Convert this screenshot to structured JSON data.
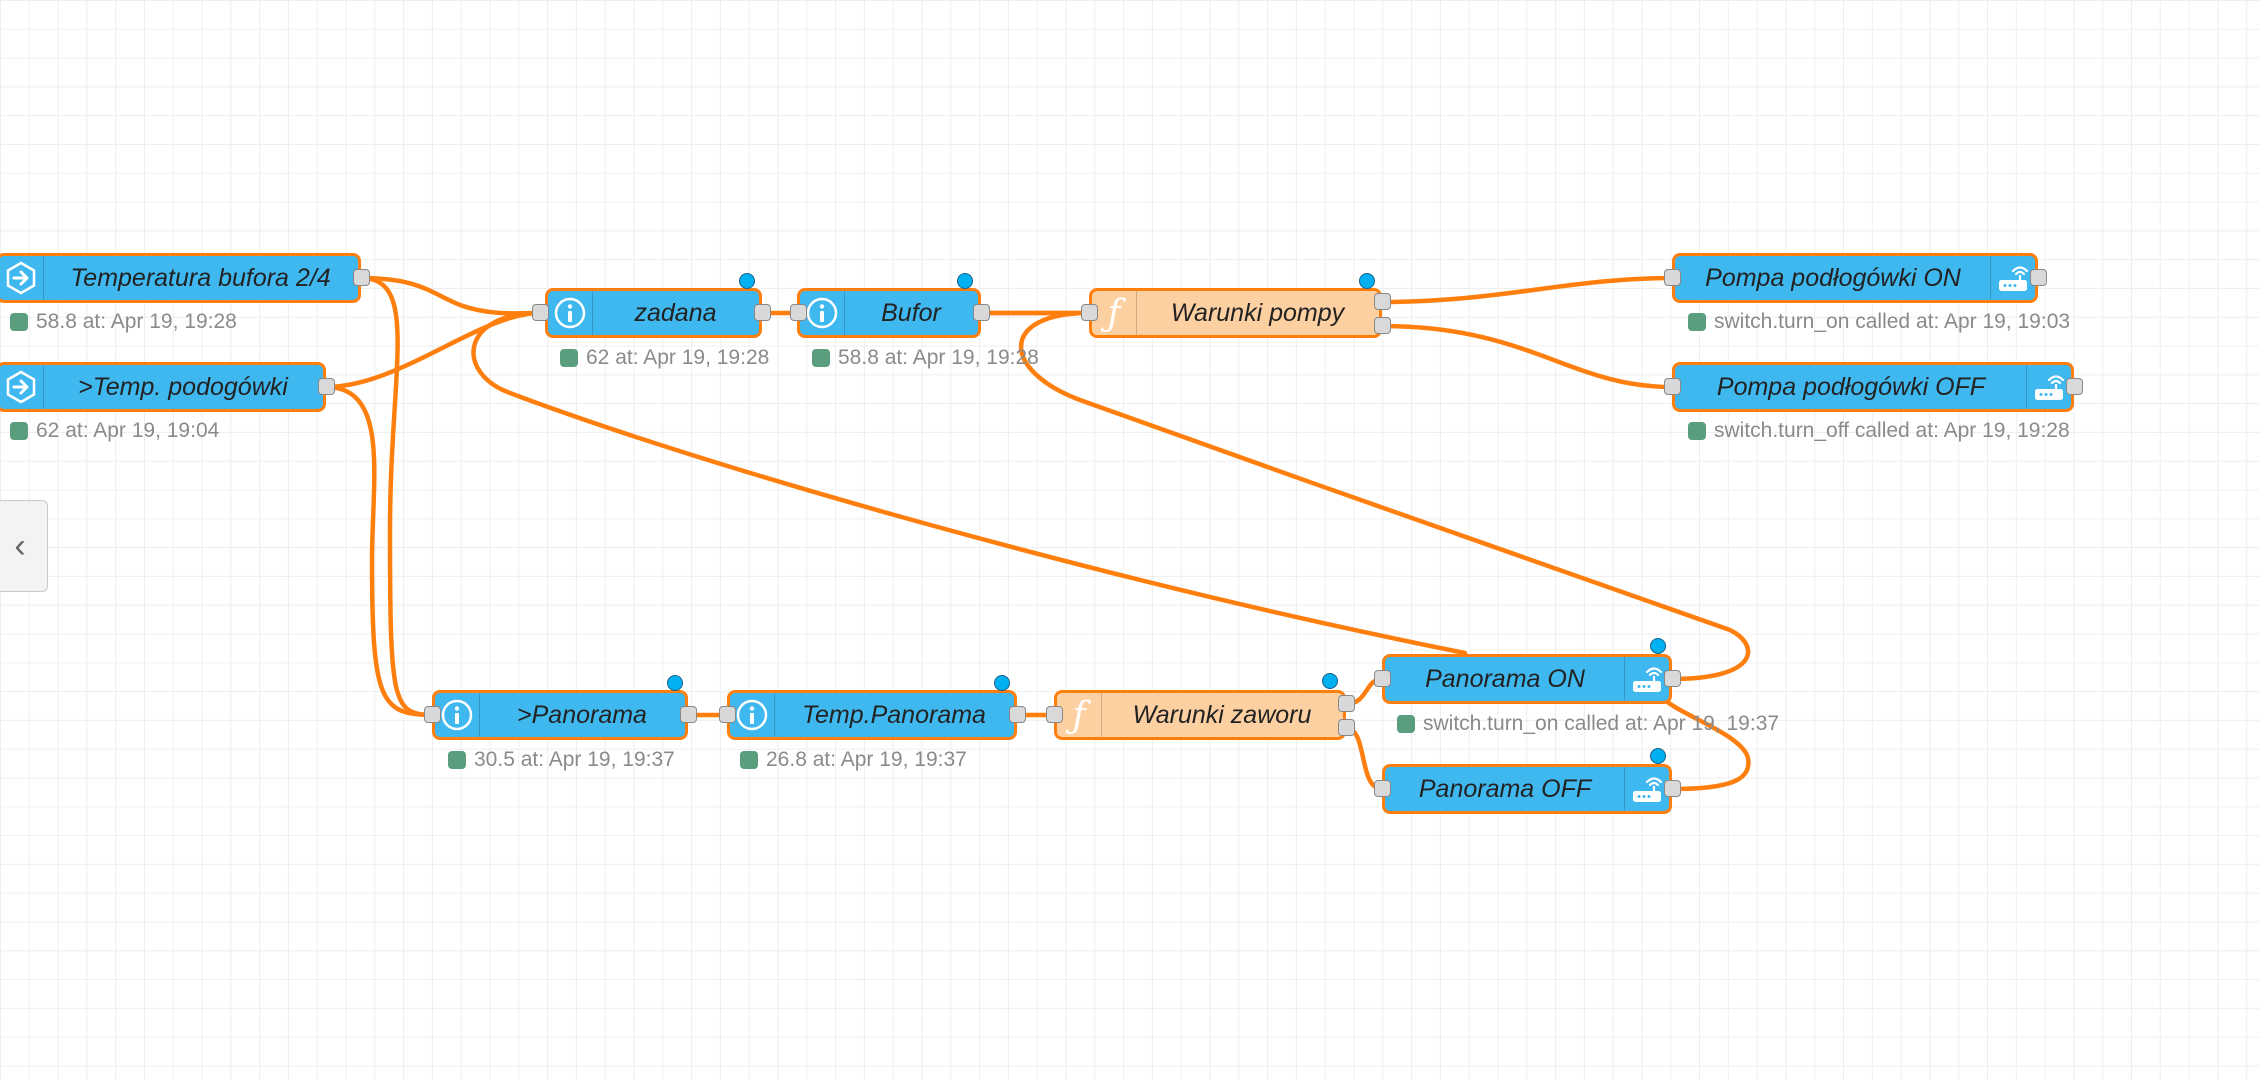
{
  "nodes": {
    "temperatura_bufora": {
      "label": "Temperatura bufora 2/4",
      "status": "58.8 at: Apr 19, 19:28"
    },
    "temp_podogowki": {
      "label": ">Temp. podogówki",
      "status": "62 at: Apr 19, 19:04"
    },
    "zadana": {
      "label": "zadana",
      "status": "62 at: Apr 19, 19:28"
    },
    "bufor": {
      "label": "Bufor",
      "status": "58.8 at: Apr 19, 19:28"
    },
    "warunki_pompy": {
      "label": "Warunki pompy"
    },
    "pompa_on": {
      "label": "Pompa podłogówki ON",
      "status": "switch.turn_on called at: Apr 19, 19:03"
    },
    "pompa_off": {
      "label": "Pompa podłogówki OFF",
      "status": "switch.turn_off called at: Apr 19, 19:28"
    },
    "panorama": {
      "label": ">Panorama",
      "status": "30.5 at: Apr 19, 19:37"
    },
    "temp_panorama": {
      "label": "Temp.Panorama",
      "status": "26.8 at: Apr 19, 19:37"
    },
    "warunki_zaworu": {
      "label": "Warunki zaworu"
    },
    "panorama_on": {
      "label": "Panorama ON",
      "status": "switch.turn_on called at: Apr 19, 19:37"
    },
    "panorama_off": {
      "label": "Panorama OFF"
    }
  },
  "icons": {
    "event_state": "event-state-icon",
    "current_state": "info-icon",
    "function": "function-icon",
    "call_service": "router-icon"
  },
  "colors": {
    "wire": "#ff7f0e",
    "ha_node": "#3fb8f0",
    "function_node": "#fdd0a2",
    "status_dot": "#5a9e7e",
    "changed_dot": "#00b0f0"
  },
  "sidebar_toggle": "‹"
}
